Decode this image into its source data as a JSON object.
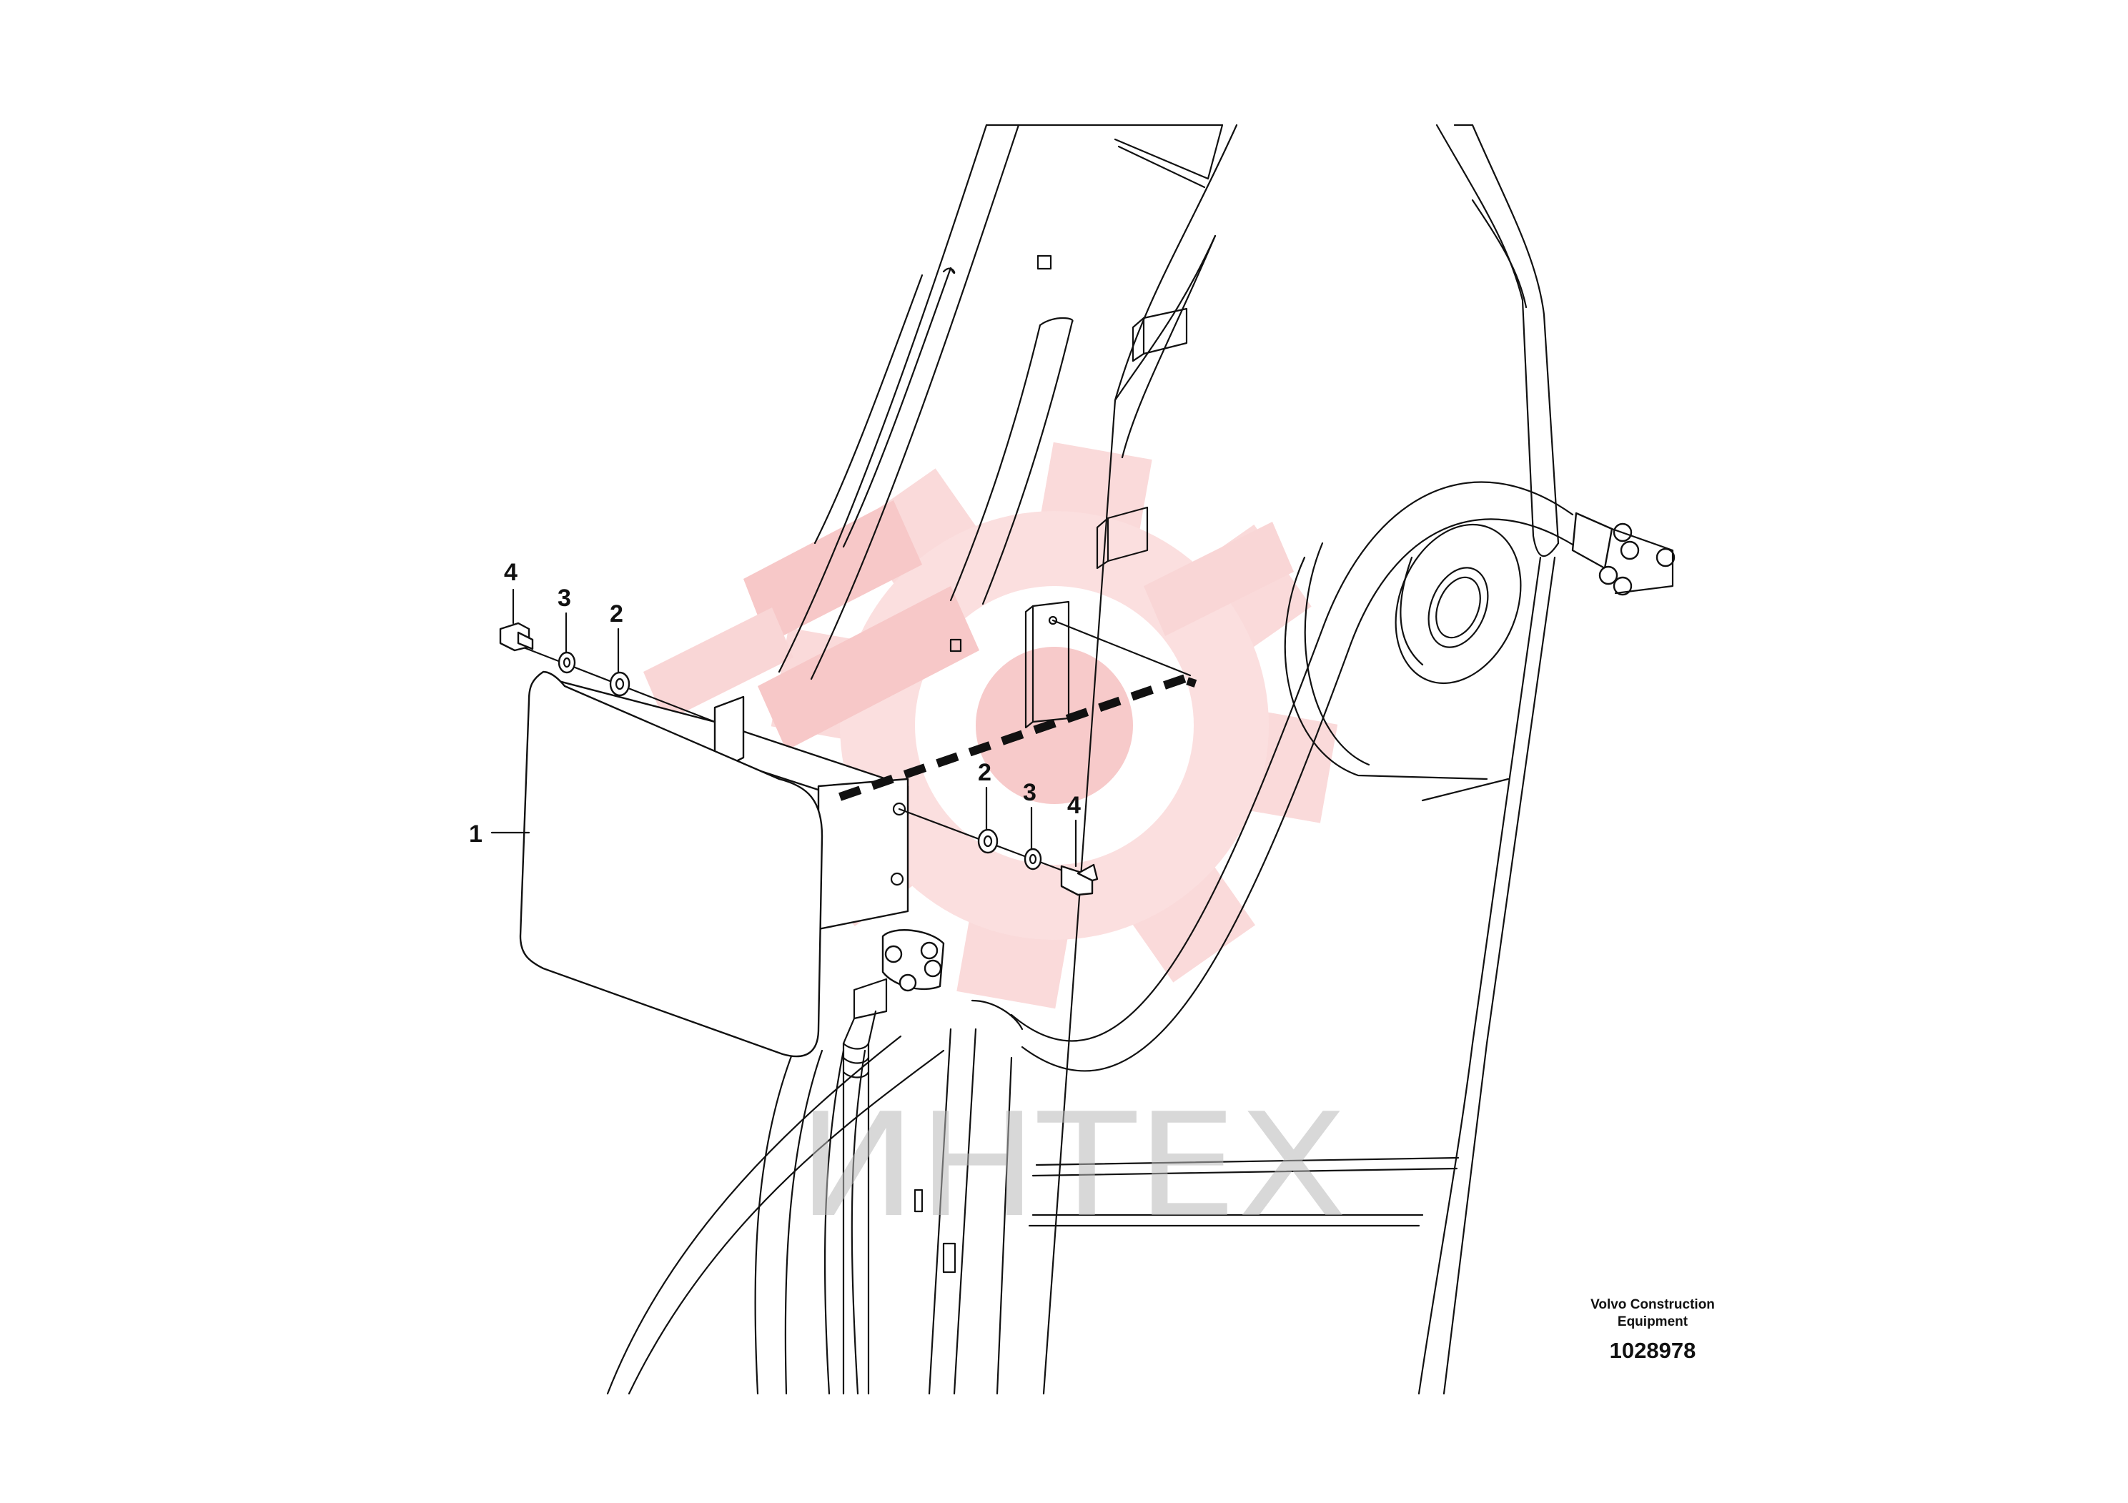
{
  "callouts": [
    {
      "id": "c1",
      "label": "1"
    },
    {
      "id": "c2a",
      "label": "2"
    },
    {
      "id": "c3a",
      "label": "3"
    },
    {
      "id": "c4a",
      "label": "4"
    },
    {
      "id": "c2b",
      "label": "2"
    },
    {
      "id": "c3b",
      "label": "3"
    },
    {
      "id": "c4b",
      "label": "4"
    }
  ],
  "title_block": {
    "brand_line1": "Volvo Construction",
    "brand_line2": "Equipment",
    "part_number": "1028978"
  },
  "watermark": {
    "text": "ИНТЕХ",
    "color": "#f4b2b2"
  },
  "colors": {
    "line": "#111111",
    "background": "#ffffff"
  }
}
